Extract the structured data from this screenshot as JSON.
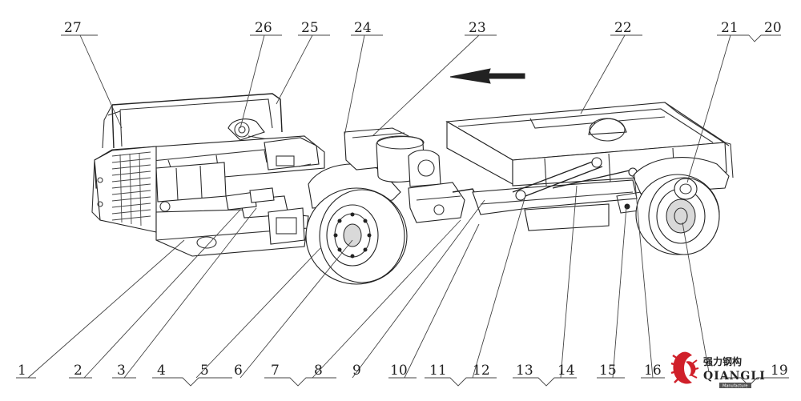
{
  "labels": {
    "l1": "1",
    "l2": "2",
    "l3": "3",
    "l4": "4",
    "l5": "5",
    "l6": "6",
    "l7": "7",
    "l8": "8",
    "l9": "9",
    "l10": "10",
    "l11": "11",
    "l12": "12",
    "l13": "13",
    "l14": "14",
    "l15": "15",
    "l16": "16",
    "l19": "19",
    "l20": "20",
    "l21": "21",
    "l22": "22",
    "l23": "23",
    "l24": "24",
    "l25": "25",
    "l26": "26",
    "l27": "27"
  },
  "logo": {
    "chinese": "强力钢构",
    "wordmark": "QIANGLI",
    "tagline": "Manufacture",
    "color": "#d0202a"
  }
}
